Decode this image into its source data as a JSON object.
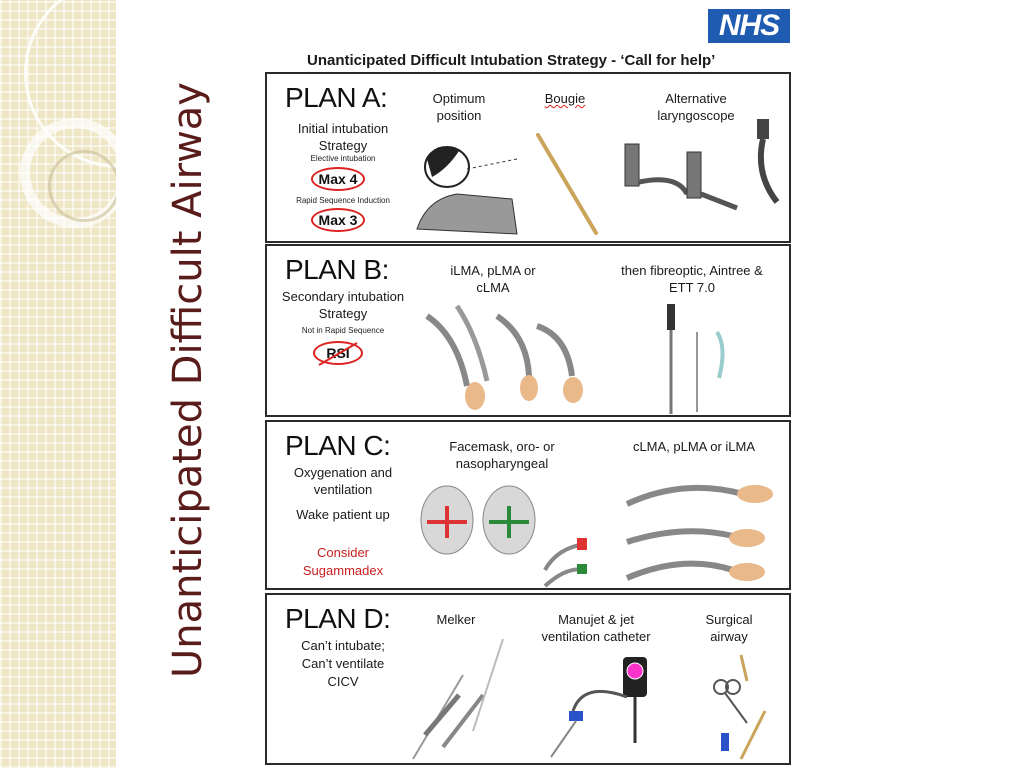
{
  "slide_title": "Unanticipated Difficult Airway",
  "nhs_logo": "NHS",
  "strategy_title": "Unanticipated Difficult Intubation Strategy  -  ‘Call for help’",
  "plans": [
    {
      "heading": "PLAN A:",
      "description": [
        "Initial intubation",
        "Strategy"
      ],
      "notes": [
        "Elective intubation",
        "Rapid Sequence Induction"
      ],
      "badges": [
        "Max 4",
        "Max 3"
      ],
      "labels": [
        "Optimum position",
        "Bougie",
        "Alternative laryngoscope"
      ]
    },
    {
      "heading": "PLAN B:",
      "description": [
        "Secondary intubation",
        "Strategy"
      ],
      "notes": [
        "Not in Rapid Sequence"
      ],
      "badges": [
        "RSI"
      ],
      "labels": [
        "iLMA, pLMA or cLMA",
        "then fibreoptic, Aintree & ETT 7.0"
      ]
    },
    {
      "heading": "PLAN C:",
      "description": [
        "Oxygenation and",
        "ventilation",
        "Wake patient up"
      ],
      "consider": [
        "Consider",
        "Sugammadex"
      ],
      "labels": [
        "Facemask, oro- or nasopharyngeal",
        "cLMA, pLMA or iLMA"
      ]
    },
    {
      "heading": "PLAN D:",
      "description": [
        "Can’t intubate;",
        "Can’t ventilate",
        "CICV"
      ],
      "labels": [
        "Melker",
        "Manujet & jet ventilation catheter",
        "Surgical airway"
      ]
    }
  ],
  "colors": {
    "title": "#5a1c1a",
    "nhs_blue": "#1f5bb0",
    "alert_red": "#c81e1e",
    "lma_cuff": "#e9b98a"
  }
}
